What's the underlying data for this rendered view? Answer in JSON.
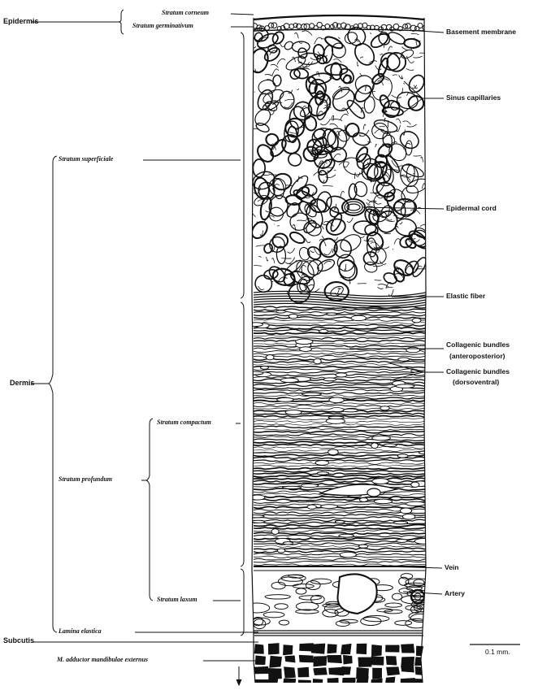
{
  "left_labels": {
    "epidermis": "Epidermis",
    "dermis": "Dermis",
    "subcutis": "Subcutis"
  },
  "mid_labels": {
    "stratum_corneum": "Stratum corneum",
    "stratum_germinativum": "Stratum germinativum",
    "stratum_superficiale": "Stratum superficiale",
    "stratum_profundum": "Stratum profundum",
    "stratum_compactum": "Stratum compactum",
    "stratum_laxum": "Stratum laxum",
    "lamina_elastica": "Lamina elastica",
    "m_adductor": "M. adductor mandibulae externus"
  },
  "right_labels": {
    "basement_membrane": "Basement membrane",
    "sinus_capillaries": "Sinus capillaries",
    "epidermal_cord": "Epidermal cord",
    "elastic_fiber": "Elastic fiber",
    "collagenic_ap_1": "Collagenic bundles",
    "collagenic_ap_2": "(anteroposterior)",
    "collagenic_dv_1": "Collagenic bundles",
    "collagenic_dv_2": "(dorsoventral)",
    "vein": "Vein",
    "artery": "Artery"
  },
  "scale_bar": {
    "label": "0.1 mm."
  },
  "colors": {
    "ink": "#111111",
    "paper": "#ffffff"
  }
}
